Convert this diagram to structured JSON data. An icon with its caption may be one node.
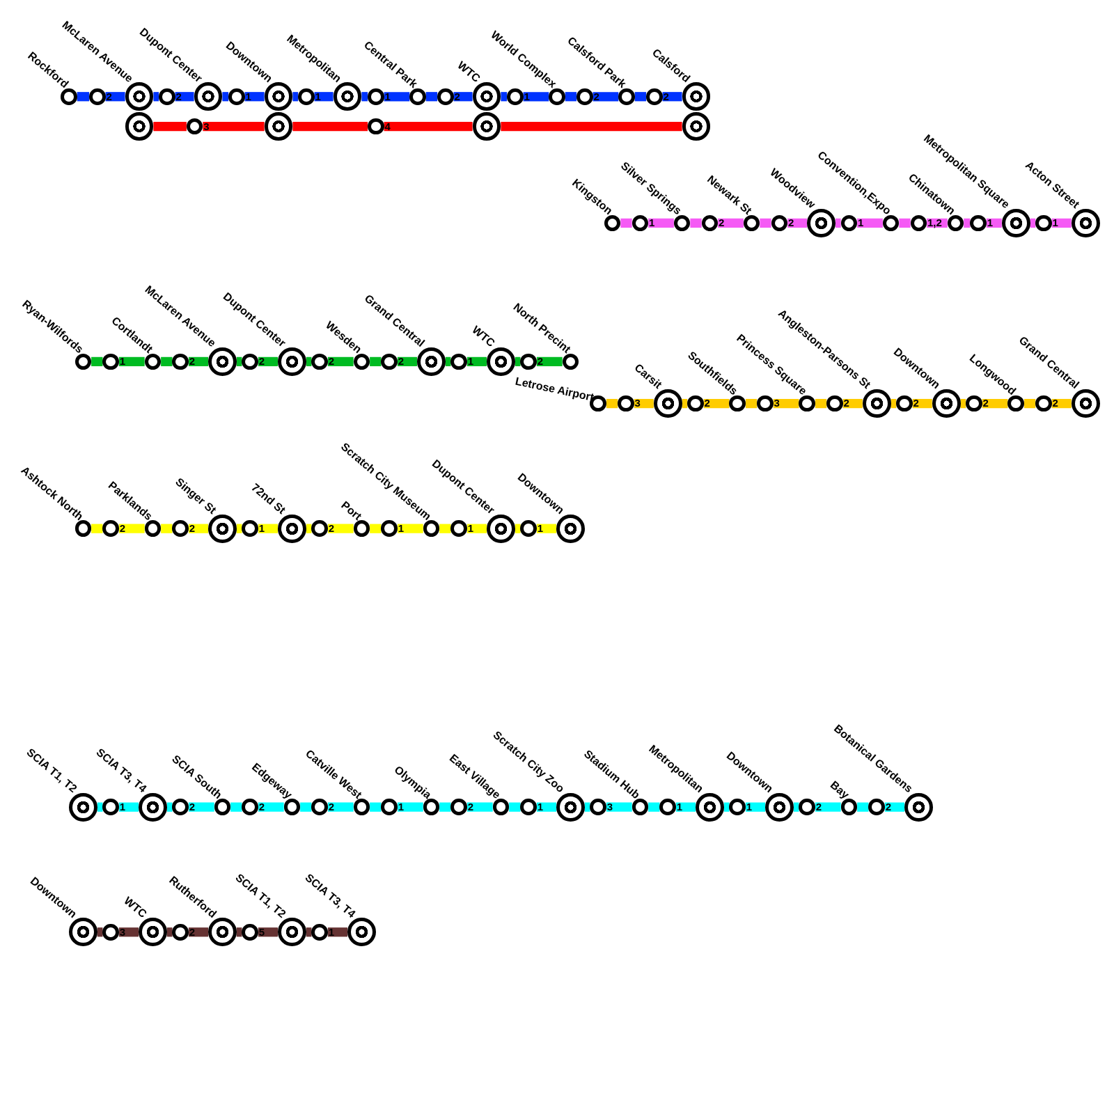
{
  "diagram": {
    "nodes": [
      {
        "text": [
          "Rockford"
        ]
      },
      {
        "text": [],
        "shape": "circle",
        "beside": [
          "2"
        ]
      },
      {
        "text": [
          "McLaren Avenue"
        ]
      },
      {
        "text": [],
        "shape": "circle",
        "beside": [
          "2"
        ]
      },
      {
        "text": [
          "Dupont Center"
        ]
      },
      {
        "text": [],
        "shape": "circle",
        "beside": [
          "1"
        ]
      },
      {
        "text": [
          "Downtown"
        ]
      },
      {
        "text": [],
        "shape": "circle",
        "beside": [
          "1"
        ]
      },
      {
        "text": [
          "Metropolitan"
        ]
      },
      {
        "text": [],
        "shape": "circle",
        "beside": [
          "1"
        ]
      },
      {
        "text": [
          "Central Park"
        ]
      },
      {
        "text": [],
        "shape": "circle",
        "beside": [
          "2"
        ]
      },
      {
        "text": [
          "WTC"
        ]
      },
      {
        "text": [],
        "shape": "circle",
        "beside": [
          "1"
        ]
      },
      {
        "text": [
          "World Complex"
        ]
      },
      {
        "text": [],
        "shape": "circle",
        "beside": [
          "2"
        ]
      },
      {
        "text": [
          "Calsford Park"
        ]
      },
      {
        "text": [],
        "shape": "circle",
        "beside": [
          "2"
        ]
      },
      {
        "text": [
          "Calsford"
        ]
      },
      {
        "text": [],
        "shape": "circle"
      },
      {
        "text": [],
        "shape": "circle",
        "beside": [
          "3"
        ]
      },
      {
        "text": [],
        "shape": "circle"
      },
      {
        "text": [],
        "shape": "circle",
        "beside": [
          "4"
        ]
      },
      {
        "text": [],
        "shape": "circle"
      },
      {
        "text": [],
        "shape": "circle"
      },
      {
        "text": [
          "Kingston"
        ]
      },
      {
        "text": [],
        "shape": "circle",
        "beside": [
          "1"
        ]
      },
      {
        "text": [
          "Silver Springs"
        ]
      },
      {
        "text": [],
        "shape": "circle",
        "beside": [
          "2"
        ]
      },
      {
        "text": [
          "Newark St"
        ]
      },
      {
        "text": [],
        "shape": "circle",
        "beside": [
          "2"
        ]
      },
      {
        "text": [
          "Woodview"
        ]
      },
      {
        "text": [],
        "shape": "circle",
        "beside": [
          "1"
        ]
      },
      {
        "text": [
          "Convention,Expo"
        ]
      },
      {
        "text": [],
        "shape": "circle",
        "beside": [
          "1,2"
        ]
      },
      {
        "text": [
          "Chinatown"
        ]
      },
      {
        "text": [],
        "shape": "circle",
        "beside": [
          "1"
        ]
      },
      {
        "text": [
          "Metropolitan Square"
        ]
      },
      {
        "text": [],
        "shape": "circle",
        "beside": [
          "1"
        ]
      },
      {
        "text": [
          "Acton Street"
        ]
      },
      {
        "text": [
          "Ryan-Wilfords"
        ]
      },
      {
        "text": [],
        "shape": "circle",
        "beside": [
          "1"
        ]
      },
      {
        "text": [
          "Cortlandt"
        ]
      },
      {
        "text": [],
        "shape": "circle",
        "beside": [
          "2"
        ]
      },
      {
        "text": [
          "McLaren Avenue"
        ]
      },
      {
        "text": [],
        "shape": "circle",
        "beside": [
          "2"
        ]
      },
      {
        "text": [
          "Dupont Center"
        ]
      },
      {
        "text": [],
        "shape": "circle",
        "beside": [
          "2"
        ]
      },
      {
        "text": [
          "Wesden"
        ]
      },
      {
        "text": [],
        "shape": "circle",
        "beside": [
          "2"
        ]
      },
      {
        "text": [
          "Grand Central"
        ]
      },
      {
        "text": [],
        "shape": "circle",
        "beside": [
          "1"
        ]
      },
      {
        "text": [
          "WTC"
        ]
      },
      {
        "text": [],
        "shape": "circle",
        "beside": [
          "2"
        ]
      },
      {
        "text": [
          "North Precint"
        ]
      },
      {
        "text": [
          "Letrose Airport"
        ]
      },
      {
        "text": [],
        "shape": "circle",
        "beside": [
          "3"
        ]
      },
      {
        "text": [
          "Carsit"
        ]
      },
      {
        "text": [],
        "shape": "circle",
        "beside": [
          "2"
        ]
      },
      {
        "text": [
          "Southfields"
        ]
      },
      {
        "text": [],
        "shape": "circle",
        "beside": [
          "3"
        ]
      },
      {
        "text": [
          "Princess Square"
        ]
      },
      {
        "text": [],
        "shape": "circle",
        "beside": [
          "2"
        ]
      },
      {
        "text": [
          "Angleston-Parsons St"
        ]
      },
      {
        "text": [],
        "shape": "circle",
        "beside": [
          "2"
        ]
      },
      {
        "text": [
          "Downtown"
        ]
      },
      {
        "text": [],
        "shape": "circle",
        "beside": [
          "2"
        ]
      },
      {
        "text": [
          "Longwood"
        ]
      },
      {
        "text": [],
        "shape": "circle",
        "beside": [
          "2"
        ]
      },
      {
        "text": [
          "Grand Central"
        ]
      },
      {
        "text": [
          "Ashtock North"
        ]
      },
      {
        "text": [],
        "shape": "circle",
        "beside": [
          "2"
        ]
      },
      {
        "text": [
          "Parklands"
        ]
      },
      {
        "text": [],
        "shape": "circle",
        "beside": [
          "2"
        ]
      },
      {
        "text": [
          "Singer St"
        ]
      },
      {
        "text": [],
        "shape": "circle",
        "beside": [
          "1"
        ]
      },
      {
        "text": [
          "72nd St"
        ]
      },
      {
        "text": [],
        "shape": "circle",
        "beside": [
          "2"
        ]
      },
      {
        "text": [
          "Port"
        ]
      },
      {
        "text": [],
        "shape": "circle",
        "beside": [
          "1"
        ]
      },
      {
        "text": [
          "Scratch City Museum"
        ]
      },
      {
        "text": [],
        "shape": "circle",
        "beside": [
          "1"
        ]
      },
      {
        "text": [
          "Dupont Center"
        ]
      },
      {
        "text": [],
        "shape": "circle",
        "beside": [
          "1"
        ]
      },
      {
        "text": [
          "Downtown"
        ]
      },
      {
        "text": [
          "SCIA T1, T2"
        ]
      },
      {
        "text": [],
        "shape": "circle",
        "beside": [
          "1"
        ]
      },
      {
        "text": [
          "SCIA T3, T4"
        ]
      },
      {
        "text": [],
        "shape": "circle",
        "beside": [
          "2"
        ]
      },
      {
        "text": [
          "SCIA South"
        ]
      },
      {
        "text": [],
        "shape": "circle",
        "beside": [
          "2"
        ]
      },
      {
        "text": [
          "Edgeway"
        ]
      },
      {
        "text": [],
        "shape": "circle",
        "beside": [
          "2"
        ]
      },
      {
        "text": [
          "Catville West"
        ]
      },
      {
        "text": [],
        "shape": "circle",
        "beside": [
          "1"
        ]
      },
      {
        "text": [
          "Olympia"
        ]
      },
      {
        "text": [],
        "shape": "circle",
        "beside": [
          "2"
        ]
      },
      {
        "text": [
          "East Village"
        ]
      },
      {
        "text": [],
        "shape": "circle",
        "beside": [
          "1"
        ]
      },
      {
        "text": [
          "Scratch City Zoo"
        ]
      },
      {
        "text": [],
        "shape": "circle",
        "beside": [
          "3"
        ]
      },
      {
        "text": [
          "Stadium Hub"
        ]
      },
      {
        "text": [],
        "shape": "circle",
        "beside": [
          "1"
        ]
      },
      {
        "text": [
          "Metropolitan"
        ]
      },
      {
        "text": [],
        "shape": "circle",
        "beside": [
          "1"
        ]
      },
      {
        "text": [
          "Downtown"
        ]
      },
      {
        "text": [],
        "shape": "circle",
        "beside": [
          "2"
        ]
      },
      {
        "text": [
          "Bay"
        ]
      },
      {
        "text": [],
        "shape": "circle",
        "beside": [
          "2"
        ]
      },
      {
        "text": [
          "Botanical Gardens"
        ]
      },
      {
        "text": [
          "Downtown"
        ]
      },
      {
        "text": [],
        "shape": "circle",
        "beside": [
          "3"
        ]
      },
      {
        "text": [
          "WTC"
        ]
      },
      {
        "text": [],
        "shape": "circle",
        "beside": [
          "2"
        ]
      },
      {
        "text": [
          "Rutherford"
        ]
      },
      {
        "text": [],
        "shape": "circle",
        "beside": [
          "5"
        ]
      },
      {
        "text": [
          "SCIA T1, T2"
        ]
      },
      {
        "text": [],
        "shape": "circle",
        "beside": [
          "1"
        ]
      },
      {
        "text": [
          "SCIA T3, T4"
        ]
      }
    ],
    "edges": [
      {
        "from": 0,
        "to": 1,
        "arrow": "none",
        "color": "#0033ff"
      },
      {
        "from": 1,
        "to": 2,
        "arrow": "none",
        "color": "#0033ff"
      },
      {
        "from": 2,
        "to": 3,
        "arrow": "none",
        "color": "#0033ff"
      },
      {
        "from": 3,
        "to": 4,
        "arrow": "none",
        "color": "#0033ff"
      },
      {
        "from": 4,
        "to": 5,
        "arrow": "none",
        "color": "#0033ff"
      },
      {
        "from": 5,
        "to": 6,
        "arrow": "none",
        "color": "#0033ff"
      },
      {
        "from": 6,
        "to": 7,
        "arrow": "none",
        "color": "#0033ff"
      },
      {
        "from": 7,
        "to": 8,
        "arrow": "none",
        "color": "#0033ff"
      },
      {
        "from": 8,
        "to": 9,
        "arrow": "none",
        "color": "#0033ff"
      },
      {
        "from": 9,
        "to": 10,
        "arrow": "none",
        "color": "#0033ff"
      },
      {
        "from": 10,
        "to": 11,
        "arrow": "none",
        "color": "#0033ff"
      },
      {
        "from": 11,
        "to": 12,
        "arrow": "none",
        "color": "#0033ff"
      },
      {
        "from": 12,
        "to": 13,
        "arrow": "none",
        "color": "#0033ff"
      },
      {
        "from": 13,
        "to": 14,
        "arrow": "none",
        "color": "#0033ff"
      },
      {
        "from": 14,
        "to": 15,
        "arrow": "none",
        "color": "#0033ff"
      },
      {
        "from": 15,
        "to": 16,
        "arrow": "none",
        "color": "#0033ff"
      },
      {
        "from": 16,
        "to": 17,
        "arrow": "none",
        "color": "#0033ff"
      },
      {
        "from": 17,
        "to": 18,
        "arrow": "none",
        "color": "#0033ff"
      },
      {
        "from": 19,
        "to": 20,
        "arrow": "none",
        "color": "#ff0000"
      },
      {
        "from": 20,
        "to": 21,
        "arrow": "none",
        "color": "#ff0000"
      },
      {
        "from": 21,
        "to": 22,
        "arrow": "none",
        "color": "#ff0000"
      },
      {
        "from": 22,
        "to": 23,
        "arrow": "none",
        "color": "#ff0000"
      },
      {
        "from": 23,
        "to": 24,
        "arrow": "none",
        "color": "#ff0000"
      },
      {
        "from": 25,
        "to": 26,
        "arrow": "none",
        "color": "#f55af5"
      },
      {
        "from": 26,
        "to": 27,
        "arrow": "none",
        "color": "#f55af5"
      },
      {
        "from": 27,
        "to": 28,
        "arrow": "none",
        "color": "#f55af5"
      },
      {
        "from": 28,
        "to": 29,
        "arrow": "none",
        "color": "#f55af5"
      },
      {
        "from": 29,
        "to": 30,
        "arrow": "none",
        "color": "#f55af5"
      },
      {
        "from": 30,
        "to": 31,
        "arrow": "none",
        "color": "#f55af5"
      },
      {
        "from": 31,
        "to": 32,
        "arrow": "none",
        "color": "#f55af5"
      },
      {
        "from": 32,
        "to": 33,
        "arrow": "none",
        "color": "#f55af5"
      },
      {
        "from": 33,
        "to": 34,
        "arrow": "none",
        "color": "#f55af5"
      },
      {
        "from": 34,
        "to": 35,
        "arrow": "none",
        "color": "#f55af5"
      },
      {
        "from": 35,
        "to": 36,
        "arrow": "none",
        "color": "#f55af5"
      },
      {
        "from": 36,
        "to": 37,
        "arrow": "none",
        "color": "#f55af5"
      },
      {
        "from": 37,
        "to": 38,
        "arrow": "none",
        "color": "#f55af5"
      },
      {
        "from": 38,
        "to": 39,
        "arrow": "none",
        "color": "#f55af5"
      },
      {
        "from": 40,
        "to": 41,
        "arrow": "none",
        "color": "#00bb22"
      },
      {
        "from": 41,
        "to": 42,
        "arrow": "none",
        "color": "#00bb22"
      },
      {
        "from": 42,
        "to": 43,
        "arrow": "none",
        "color": "#00bb22"
      },
      {
        "from": 43,
        "to": 44,
        "arrow": "none",
        "color": "#00bb22"
      },
      {
        "from": 44,
        "to": 45,
        "arrow": "none",
        "color": "#00bb22"
      },
      {
        "from": 45,
        "to": 46,
        "arrow": "none",
        "color": "#00bb22"
      },
      {
        "from": 46,
        "to": 47,
        "arrow": "none",
        "color": "#00bb22"
      },
      {
        "from": 47,
        "to": 48,
        "arrow": "none",
        "color": "#00bb22"
      },
      {
        "from": 48,
        "to": 49,
        "arrow": "none",
        "color": "#00bb22"
      },
      {
        "from": 49,
        "to": 50,
        "arrow": "none",
        "color": "#00bb22"
      },
      {
        "from": 50,
        "to": 51,
        "arrow": "none",
        "color": "#00bb22"
      },
      {
        "from": 51,
        "to": 52,
        "arrow": "none",
        "color": "#00bb22"
      },
      {
        "from": 52,
        "to": 53,
        "arrow": "none",
        "color": "#00bb22"
      },
      {
        "from": 53,
        "to": 54,
        "arrow": "none",
        "color": "#00bb22"
      },
      {
        "from": 55,
        "to": 56,
        "arrow": "none",
        "color": "#ffcc00"
      },
      {
        "from": 56,
        "to": 57,
        "arrow": "none",
        "color": "#ffcc00"
      },
      {
        "from": 57,
        "to": 58,
        "arrow": "none",
        "color": "#ffcc00"
      },
      {
        "from": 58,
        "to": 59,
        "arrow": "none",
        "color": "#ffcc00"
      },
      {
        "from": 59,
        "to": 60,
        "arrow": "none",
        "color": "#ffcc00"
      },
      {
        "from": 60,
        "to": 61,
        "arrow": "none",
        "color": "#ffcc00"
      },
      {
        "from": 61,
        "to": 62,
        "arrow": "none",
        "color": "#ffcc00"
      },
      {
        "from": 62,
        "to": 63,
        "arrow": "none",
        "color": "#ffcc00"
      },
      {
        "from": 63,
        "to": 64,
        "arrow": "none",
        "color": "#ffcc00"
      },
      {
        "from": 64,
        "to": 65,
        "arrow": "none",
        "color": "#ffcc00"
      },
      {
        "from": 65,
        "to": 66,
        "arrow": "none",
        "color": "#ffcc00"
      },
      {
        "from": 66,
        "to": 67,
        "arrow": "none",
        "color": "#ffcc00"
      },
      {
        "from": 67,
        "to": 68,
        "arrow": "none",
        "color": "#ffcc00"
      },
      {
        "from": 68,
        "to": 69,
        "arrow": "none",
        "color": "#ffcc00"
      },
      {
        "from": 70,
        "to": 71,
        "arrow": "none",
        "color": "#ffff00"
      },
      {
        "from": 71,
        "to": 72,
        "arrow": "none",
        "color": "#ffff00"
      },
      {
        "from": 72,
        "to": 73,
        "arrow": "none",
        "color": "#ffff00"
      },
      {
        "from": 73,
        "to": 74,
        "arrow": "none",
        "color": "#ffff00"
      },
      {
        "from": 74,
        "to": 75,
        "arrow": "none",
        "color": "#ffff00"
      },
      {
        "from": 75,
        "to": 76,
        "arrow": "none",
        "color": "#ffff00"
      },
      {
        "from": 76,
        "to": 77,
        "arrow": "none",
        "color": "#ffff00"
      },
      {
        "from": 77,
        "to": 78,
        "arrow": "none",
        "color": "#ffff00"
      },
      {
        "from": 78,
        "to": 79,
        "arrow": "none",
        "color": "#ffff00"
      },
      {
        "from": 79,
        "to": 80,
        "arrow": "none",
        "color": "#ffff00"
      },
      {
        "from": 80,
        "to": 81,
        "arrow": "none",
        "color": "#ffff00"
      },
      {
        "from": 81,
        "to": 82,
        "arrow": "none",
        "color": "#ffff00"
      },
      {
        "from": 82,
        "to": 83,
        "arrow": "none",
        "color": "#ffff00"
      },
      {
        "from": 83,
        "to": 84,
        "arrow": "none",
        "color": "#ffff00"
      },
      {
        "from": 85,
        "to": 86,
        "arrow": "none",
        "color": "#00ffff"
      },
      {
        "from": 86,
        "to": 87,
        "arrow": "none",
        "color": "#00ffff"
      },
      {
        "from": 87,
        "to": 88,
        "arrow": "none",
        "color": "#00ffff"
      },
      {
        "from": 88,
        "to": 89,
        "arrow": "none",
        "color": "#00ffff"
      },
      {
        "from": 89,
        "to": 90,
        "arrow": "none",
        "color": "#00ffff"
      },
      {
        "from": 90,
        "to": 91,
        "arrow": "none",
        "color": "#00ffff"
      },
      {
        "from": 91,
        "to": 92,
        "arrow": "none",
        "color": "#00ffff"
      },
      {
        "from": 92,
        "to": 93,
        "arrow": "none",
        "color": "#00ffff"
      },
      {
        "from": 93,
        "to": 94,
        "arrow": "none",
        "color": "#00ffff"
      },
      {
        "from": 94,
        "to": 95,
        "arrow": "none",
        "color": "#00ffff"
      },
      {
        "from": 95,
        "to": 96,
        "arrow": "none",
        "color": "#00ffff"
      },
      {
        "from": 96,
        "to": 97,
        "arrow": "none",
        "color": "#00ffff"
      },
      {
        "from": 97,
        "to": 98,
        "arrow": "none",
        "color": "#00ffff"
      },
      {
        "from": 98,
        "to": 99,
        "arrow": "none",
        "color": "#00ffff"
      },
      {
        "from": 99,
        "to": 100,
        "arrow": "none",
        "color": "#00ffff"
      },
      {
        "from": 100,
        "to": 101,
        "arrow": "none",
        "color": "#00ffff"
      },
      {
        "from": 101,
        "to": 102,
        "arrow": "none",
        "color": "#00ffff"
      },
      {
        "from": 102,
        "to": 103,
        "arrow": "none",
        "color": "#00ffff"
      },
      {
        "from": 103,
        "to": 104,
        "arrow": "none",
        "color": "#00ffff"
      },
      {
        "from": 104,
        "to": 105,
        "arrow": "none",
        "color": "#00ffff"
      },
      {
        "from": 105,
        "to": 106,
        "arrow": "none",
        "color": "#00ffff"
      },
      {
        "from": 106,
        "to": 107,
        "arrow": "none",
        "color": "#00ffff"
      },
      {
        "from": 107,
        "to": 108,
        "arrow": "none",
        "color": "#00ffff"
      },
      {
        "from": 108,
        "to": 109,
        "arrow": "none",
        "color": "#00ffff"
      },
      {
        "from": 110,
        "to": 111,
        "arrow": "none",
        "color": "#663333"
      },
      {
        "from": 111,
        "to": 112,
        "arrow": "none",
        "color": "#663333"
      },
      {
        "from": 112,
        "to": 113,
        "arrow": "none",
        "color": "#663333"
      },
      {
        "from": 113,
        "to": 114,
        "arrow": "none",
        "color": "#663333"
      },
      {
        "from": 114,
        "to": 115,
        "arrow": "none",
        "color": "#663333"
      },
      {
        "from": 115,
        "to": 116,
        "arrow": "none",
        "color": "#663333"
      },
      {
        "from": 116,
        "to": 117,
        "arrow": "none",
        "color": "#663333"
      },
      {
        "from": 117,
        "to": 118,
        "arrow": "none",
        "color": "#663333"
      }
    ]
  }
}
